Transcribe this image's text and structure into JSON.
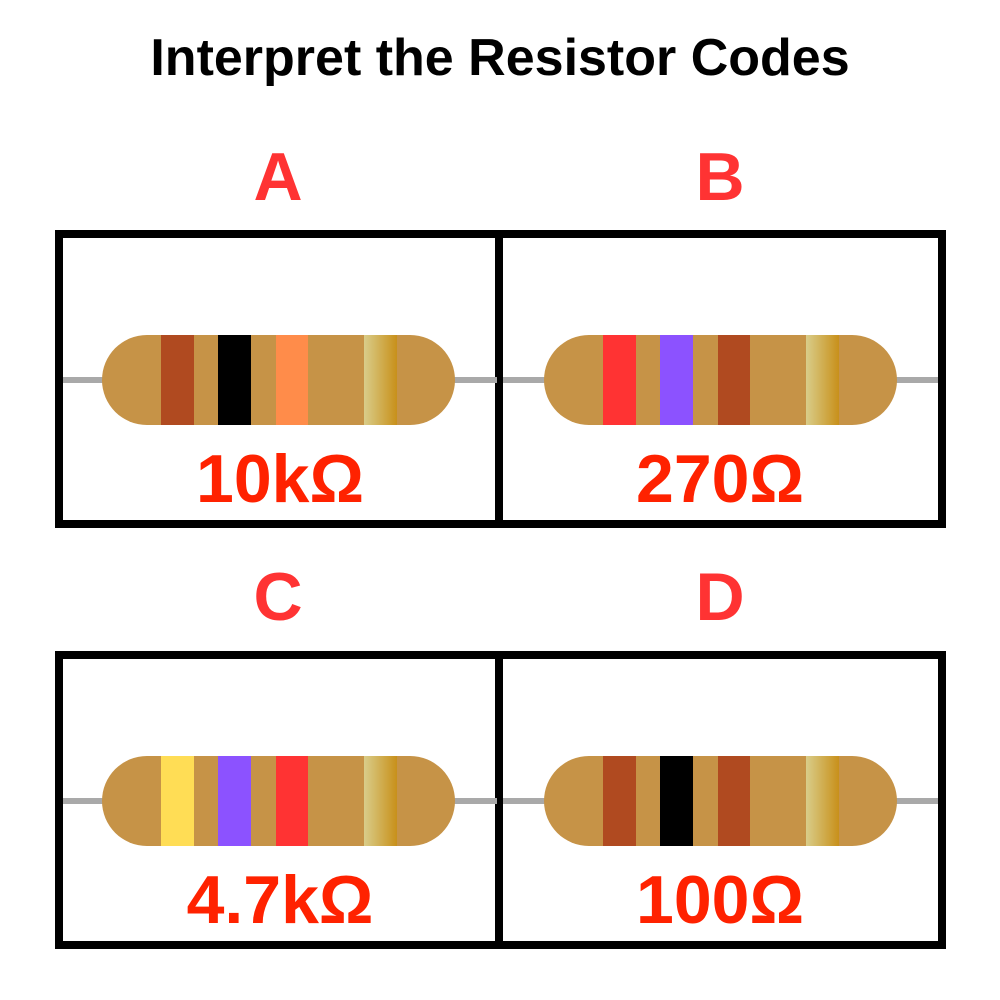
{
  "title": "Interpret the Resistor Codes",
  "colors": {
    "label": "#ff3333",
    "value": "#ff2200",
    "body": "#c69347",
    "wire": "#a9a9a9",
    "brown": "#b04a20",
    "black": "#000000",
    "orange": "#ff8c4a",
    "red": "#ff3333",
    "violet": "#8c52ff",
    "yellow": "#ffdd55",
    "gold": "linear-gradient(90deg,#d9cd8a,#c8901a)"
  },
  "resistors": [
    {
      "label": "A",
      "value": "10kΩ",
      "bands": [
        "brown",
        "black",
        "orange",
        "gold"
      ]
    },
    {
      "label": "B",
      "value": "270Ω",
      "bands": [
        "red",
        "violet",
        "brown",
        "gold"
      ]
    },
    {
      "label": "C",
      "value": "4.7kΩ",
      "bands": [
        "yellow",
        "violet",
        "red",
        "gold"
      ]
    },
    {
      "label": "D",
      "value": "100Ω",
      "bands": [
        "brown",
        "black",
        "brown",
        "gold"
      ]
    }
  ]
}
